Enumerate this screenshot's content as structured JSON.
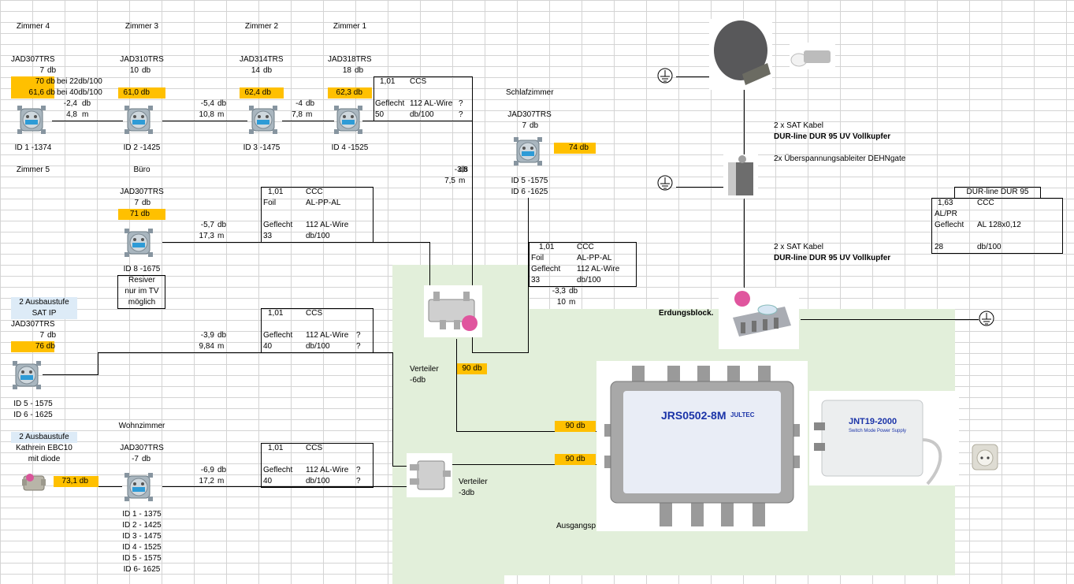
{
  "rooms": {
    "zimmer4": {
      "name": "Zimmer 4",
      "model": "JAD307TRS",
      "loss": "7",
      "unit": "db",
      "level1": "70",
      "level2": "61,6",
      "note1": "bei 22db/100",
      "note2": "bei 40db/100",
      "id": "ID 1 -1374"
    },
    "zimmer3": {
      "name": "Zimmer 3",
      "model": "JAD310TRS",
      "loss": "10",
      "unit": "db",
      "level": "61,0",
      "id": "ID 2 -1425"
    },
    "zimmer2": {
      "name": "Zimmer 2",
      "model": "JAD314TRS",
      "loss": "14",
      "unit": "db",
      "level": "62,4",
      "id": "ID 3 -1475"
    },
    "zimmer1": {
      "name": "Zimmer 1",
      "model": "JAD318TRS",
      "loss": "18",
      "unit": "db",
      "level": "62,3",
      "id": "ID 4 -1525"
    },
    "schlafzimmer": {
      "name": "Schlafzimmer",
      "model": "JAD307TRS",
      "loss": "7",
      "unit": "db",
      "level": "74",
      "ids": [
        "ID 5 -1575",
        "ID 6 -1625"
      ]
    },
    "zimmer5": {
      "name": "Zimmer 5"
    },
    "buero": {
      "name": "Büro",
      "model": "JAD307TRS",
      "loss": "7",
      "unit": "db",
      "level": "71",
      "id": "ID 8 -1675",
      "note": [
        "Resiver",
        "nur im TV",
        "möglich"
      ]
    },
    "satip": {
      "stage": [
        "2 Ausbaustufe",
        "SAT IP"
      ],
      "model": "JAD307TRS",
      "loss": "7",
      "unit": "db",
      "level": "76",
      "ids": [
        "ID 5 - 1575",
        "ID 6 - 1625"
      ]
    },
    "kathrein": {
      "stage": "2 Ausbaustufe",
      "model": "Kathrein EBC10",
      "note": "mit diode",
      "level": "73,1",
      "unit": "db"
    },
    "wohnzimmer": {
      "name": "Wohnzimmer",
      "model": "JAD307TRS",
      "loss": "-7",
      "unit": "db",
      "ids": [
        "ID 1 - 1375",
        "ID 2 - 1425",
        "ID 3 - 1475",
        "ID 4 - 1525",
        "ID 5 - 1575",
        "ID 6- 1625"
      ]
    }
  },
  "segments": [
    {
      "db": "-2,4",
      "m": "4,8"
    },
    {
      "db": "-5,4",
      "m": "10,8"
    },
    {
      "db": "-4",
      "m": "7,8"
    },
    {
      "db": "-3,8",
      "m": "7,5"
    },
    {
      "db": "-5,7",
      "m": "17,3"
    },
    {
      "db": "-3,3",
      "m": "10"
    },
    {
      "db": "-3,9",
      "m": "9,84"
    },
    {
      "db": "-6,9",
      "m": "17,2"
    }
  ],
  "units": {
    "db": "db",
    "m": "m"
  },
  "cables": {
    "ccs_top": {
      "factor": "1,01",
      "type": "CCS",
      "shield": "Geflecht",
      "shield_type": "112 AL-Wire",
      "q1": "?",
      "att": "50",
      "att_unit": "db/100",
      "q2": "?"
    },
    "ccc_buero": {
      "factor": "1,01",
      "type": "CCC",
      "foil": "Foil",
      "foil_type": "AL-PP-AL",
      "shield": "Geflecht",
      "shield_type": "112 AL-Wire",
      "att": "33",
      "att_unit": "db/100"
    },
    "ccc_schlaf": {
      "factor": "1,01",
      "type": "CCC",
      "foil": "Foil",
      "foil_type": "AL-PP-AL",
      "shield": "Geflecht",
      "shield_type": "112 AL-Wire",
      "att": "33",
      "att_unit": "db/100"
    },
    "ccs_satip": {
      "factor": "1,01",
      "type": "CCS",
      "shield": "Geflecht",
      "shield_type": "112 AL-Wire",
      "q1": "?",
      "att": "40",
      "att_unit": "db/100",
      "q2": "?"
    },
    "ccs_wohn": {
      "factor": "1,01",
      "type": "CCS",
      "shield": "Geflecht",
      "shield_type": "112 AL-Wire",
      "q1": "?",
      "att": "40",
      "att_unit": "db/100",
      "q2": "?"
    },
    "dur95": {
      "title": "DUR-line DUR 95",
      "factor": "1,63",
      "type": "CCC",
      "foil": "AL/PR",
      "shield": "Geflecht",
      "shield_type": "AL 128x0,12",
      "att": "28",
      "att_unit": "db/100"
    }
  },
  "sat": {
    "cable1_line1": "2 x SAT Kabel",
    "cable1_line2": "DUR-line DUR 95 UV Vollkupfer",
    "surge": "2x Überspannungsableiter DEHNgate",
    "cable2_line1": "2 x SAT Kabel",
    "cable2_line2": "DUR-line DUR 95 UV Vollkupfer",
    "grounding_block": "Erdungsblock."
  },
  "distribution": {
    "splitter6": {
      "label": "Verteiler",
      "loss": "-6db"
    },
    "splitter3": {
      "label": "Verteiler",
      "loss": "-3db"
    },
    "level_splitter": "90 db",
    "level_out1": "90 db",
    "level_out2": "90 db",
    "output_label": "Ausgangsp",
    "multiswitch_model": "JRS0502-8M",
    "multiswitch_brand": "JULTEC",
    "psu_model": "JNT19-2000",
    "psu_sub": "Switch Mode Power Supply"
  },
  "icons": [
    "ground-icon",
    "satellite-dish-icon",
    "lnb-icon",
    "surge-protector-icon",
    "grounding-block-icon",
    "wall-outlet-icon",
    "splitter-icon",
    "multiswitch-icon",
    "power-supply-icon",
    "power-socket-icon",
    "amplifier-icon"
  ]
}
